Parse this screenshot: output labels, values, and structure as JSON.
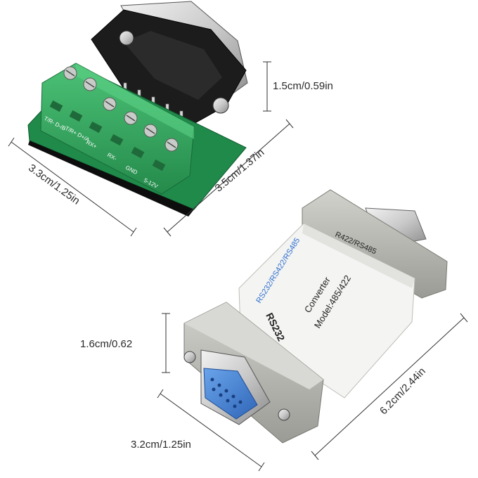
{
  "dimensions": {
    "top_height": "1.5cm/0.59in",
    "top_left": "3.3cm/1.25in",
    "top_right": "3.5cm/1.37in",
    "bottom_height": "1.6cm/0.62",
    "bottom_width": "3.2cm/1.25in",
    "bottom_right": "6.2cm/2.44in"
  },
  "terminal_block": {
    "pins": [
      "T/R-\nD-/B",
      "T/R+\nD+/A",
      "RX+",
      "RX-",
      "GND",
      "5-12V"
    ]
  },
  "converter_label": {
    "side_top": "R422/RS485",
    "side_blue": "RS232/RS422/RS485",
    "line1": "Converter",
    "line2": "Model:485/422",
    "side_bottom": "RS232"
  },
  "colors": {
    "terminal_green": "#2fa05a",
    "pcb_green": "#1f8a4a",
    "connector_black": "#1b1b1b",
    "housing_gray": "#b9b9b4",
    "db9_blue": "#3f7fd0",
    "label_blue": "#2f6fd0"
  }
}
